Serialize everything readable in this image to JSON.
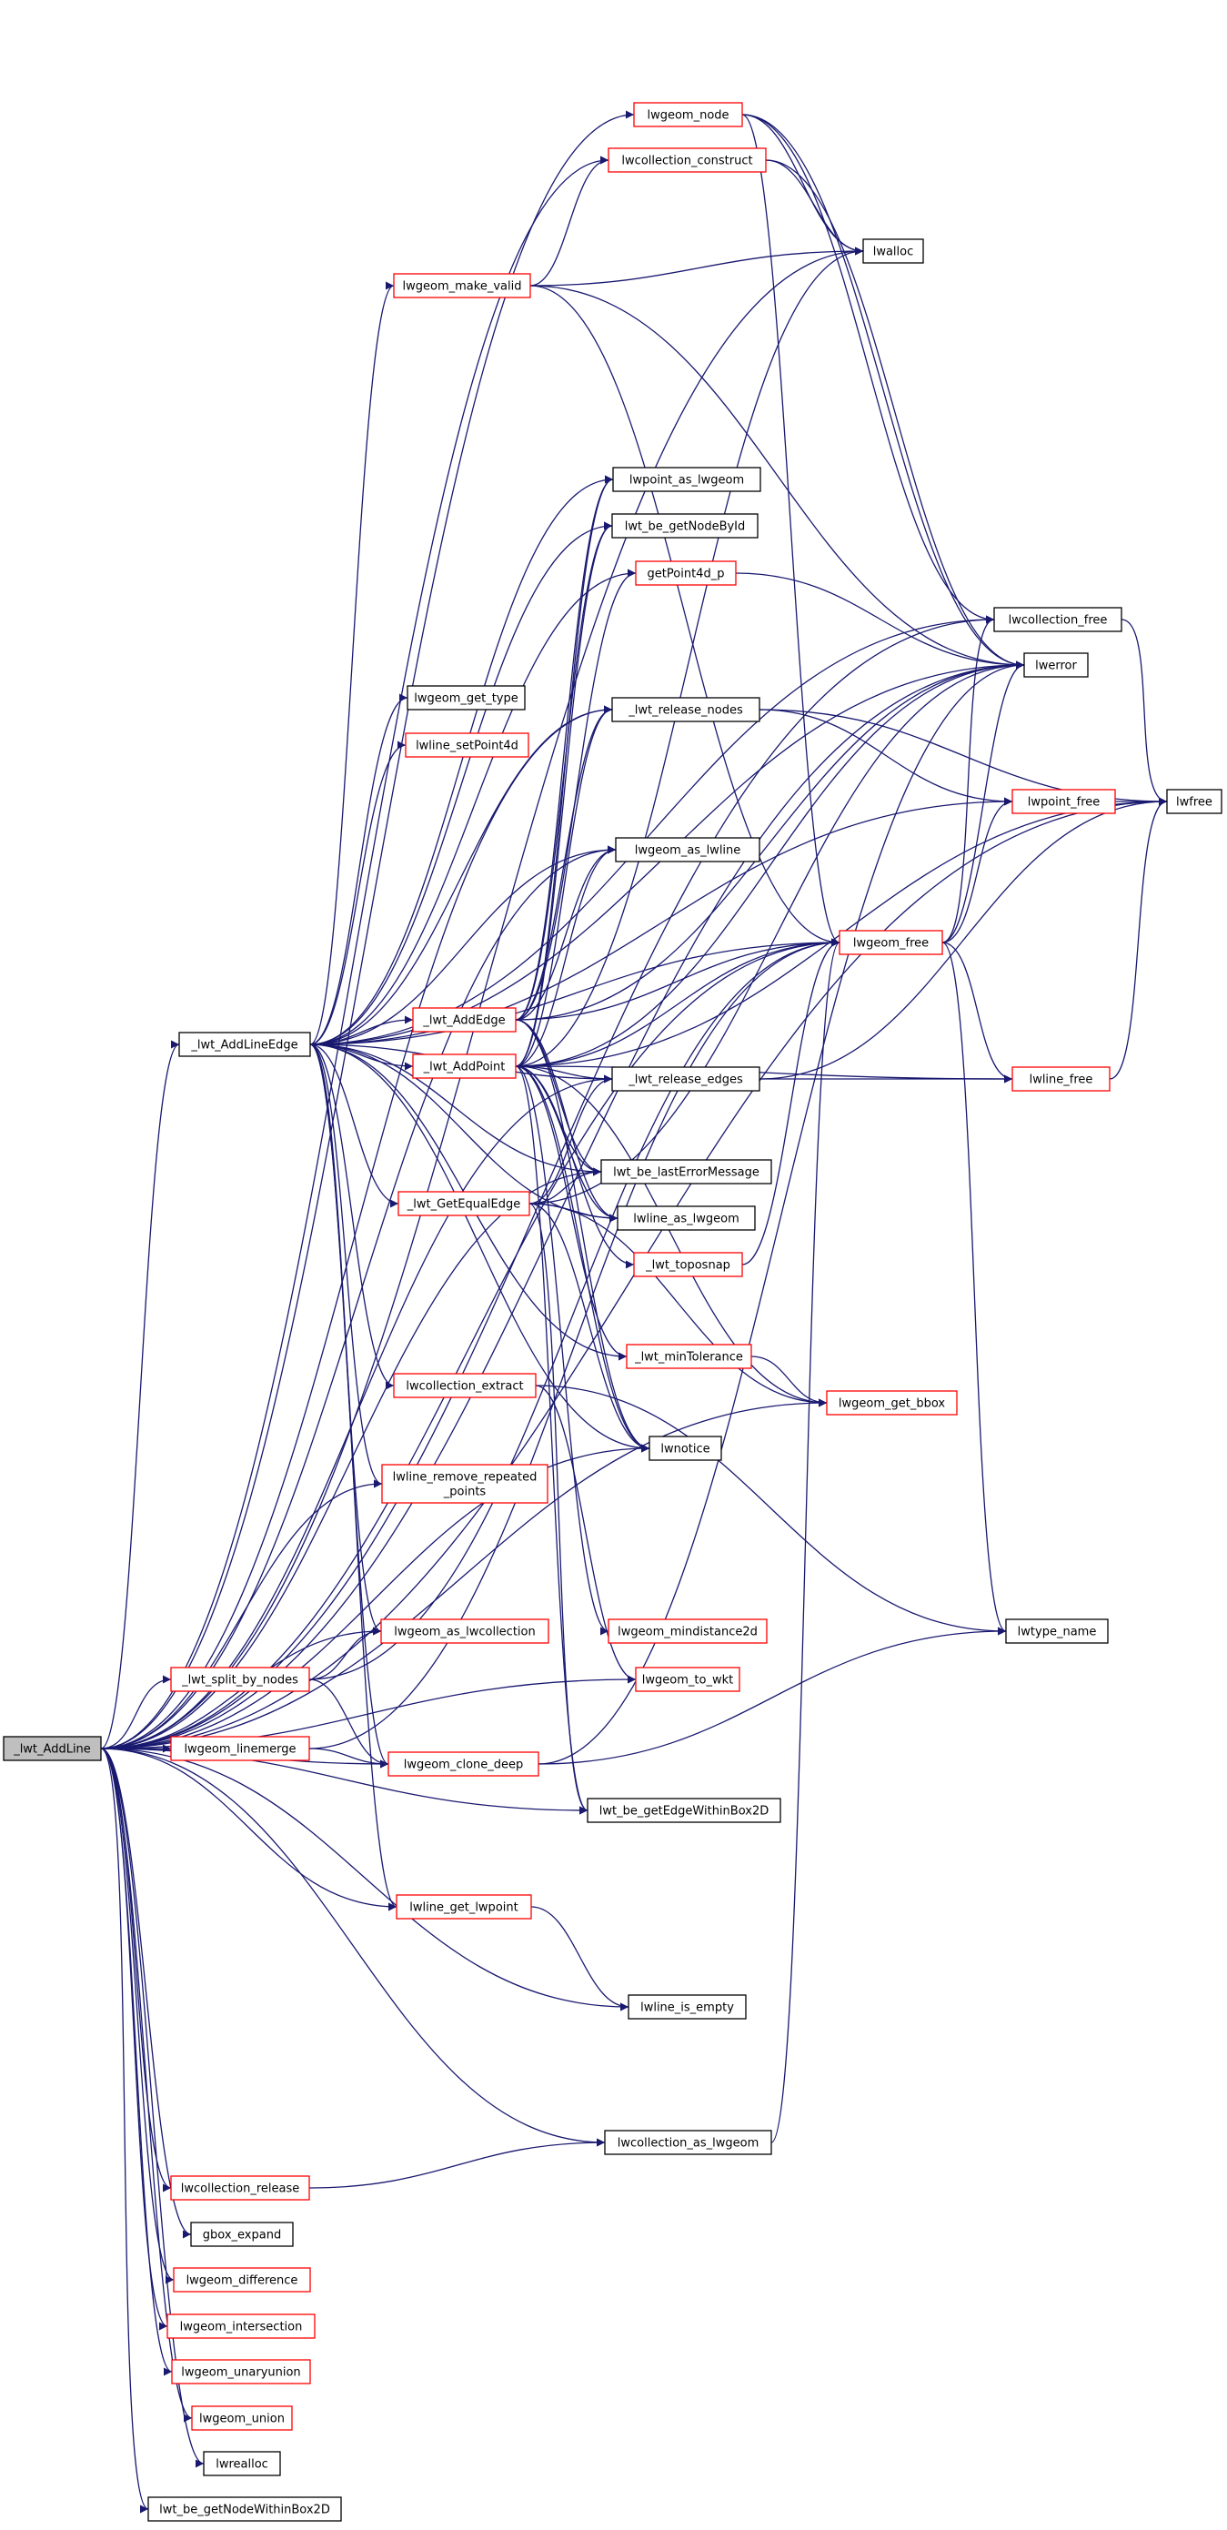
{
  "colors": {
    "edge": "#191970",
    "normal_border": "#000000",
    "red_border": "#ff0000",
    "root_fill": "#bfbfbf",
    "node_fill": "#ffffff"
  },
  "nodes": [
    {
      "id": "root",
      "lines": [
        "_lwt_AddLine"
      ],
      "style": "root"
    },
    {
      "id": "addLineEdge",
      "lines": [
        "_lwt_AddLineEdge"
      ],
      "style": "normal"
    },
    {
      "id": "lwgeom_node",
      "lines": [
        "lwgeom_node"
      ],
      "style": "red"
    },
    {
      "id": "lwcollection_construct",
      "lines": [
        "lwcollection_construct"
      ],
      "style": "red"
    },
    {
      "id": "lwalloc",
      "lines": [
        "lwalloc"
      ],
      "style": "normal"
    },
    {
      "id": "lwgeom_make_valid",
      "lines": [
        "lwgeom_make_valid"
      ],
      "style": "red"
    },
    {
      "id": "lwpoint_as_lwgeom",
      "lines": [
        "lwpoint_as_lwgeom"
      ],
      "style": "normal"
    },
    {
      "id": "lwt_be_getNodeById",
      "lines": [
        "lwt_be_getNodeById"
      ],
      "style": "normal"
    },
    {
      "id": "getPoint4d_p",
      "lines": [
        "getPoint4d_p"
      ],
      "style": "red"
    },
    {
      "id": "lwcollection_free",
      "lines": [
        "lwcollection_free"
      ],
      "style": "normal"
    },
    {
      "id": "lwerror",
      "lines": [
        "lwerror"
      ],
      "style": "normal"
    },
    {
      "id": "lwgeom_get_type",
      "lines": [
        "lwgeom_get_type"
      ],
      "style": "normal"
    },
    {
      "id": "lwt_release_nodes",
      "lines": [
        "_lwt_release_nodes"
      ],
      "style": "normal"
    },
    {
      "id": "lwline_setPoint4d",
      "lines": [
        "lwline_setPoint4d"
      ],
      "style": "red"
    },
    {
      "id": "lwpoint_free",
      "lines": [
        "lwpoint_free"
      ],
      "style": "red"
    },
    {
      "id": "lwfree",
      "lines": [
        "lwfree"
      ],
      "style": "normal"
    },
    {
      "id": "lwgeom_as_lwline",
      "lines": [
        "lwgeom_as_lwline"
      ],
      "style": "normal"
    },
    {
      "id": "lwt_AddEdge",
      "lines": [
        "_lwt_AddEdge"
      ],
      "style": "red"
    },
    {
      "id": "lwgeom_free",
      "lines": [
        "lwgeom_free"
      ],
      "style": "red"
    },
    {
      "id": "lwt_AddPoint",
      "lines": [
        "_lwt_AddPoint"
      ],
      "style": "red"
    },
    {
      "id": "lwt_release_edges",
      "lines": [
        "_lwt_release_edges"
      ],
      "style": "normal"
    },
    {
      "id": "lwline_free",
      "lines": [
        "lwline_free"
      ],
      "style": "red"
    },
    {
      "id": "lwt_be_lastErrorMessage",
      "lines": [
        "lwt_be_lastErrorMessage"
      ],
      "style": "normal"
    },
    {
      "id": "lwt_GetEqualEdge",
      "lines": [
        "_lwt_GetEqualEdge"
      ],
      "style": "red"
    },
    {
      "id": "lwline_as_lwgeom",
      "lines": [
        "lwline_as_lwgeom"
      ],
      "style": "normal"
    },
    {
      "id": "lwt_toposnap",
      "lines": [
        "_lwt_toposnap"
      ],
      "style": "red"
    },
    {
      "id": "lwt_minTolerance",
      "lines": [
        "_lwt_minTolerance"
      ],
      "style": "red"
    },
    {
      "id": "lwcollection_extract",
      "lines": [
        "lwcollection_extract"
      ],
      "style": "red"
    },
    {
      "id": "lwgeom_get_bbox",
      "lines": [
        "lwgeom_get_bbox"
      ],
      "style": "red"
    },
    {
      "id": "lwnotice",
      "lines": [
        "lwnotice"
      ],
      "style": "normal"
    },
    {
      "id": "lwline_remove_repeated_points",
      "lines": [
        "lwline_remove_repeated",
        "_points"
      ],
      "style": "red"
    },
    {
      "id": "lwgeom_as_lwcollection",
      "lines": [
        "lwgeom_as_lwcollection"
      ],
      "style": "red"
    },
    {
      "id": "lwgeom_mindistance2d",
      "lines": [
        "lwgeom_mindistance2d"
      ],
      "style": "red"
    },
    {
      "id": "lwtype_name",
      "lines": [
        "lwtype_name"
      ],
      "style": "normal"
    },
    {
      "id": "lwt_split_by_nodes",
      "lines": [
        "_lwt_split_by_nodes"
      ],
      "style": "red"
    },
    {
      "id": "lwgeom_to_wkt",
      "lines": [
        "lwgeom_to_wkt"
      ],
      "style": "red"
    },
    {
      "id": "lwgeom_linemerge",
      "lines": [
        "lwgeom_linemerge"
      ],
      "style": "red"
    },
    {
      "id": "lwgeom_clone_deep",
      "lines": [
        "lwgeom_clone_deep"
      ],
      "style": "red"
    },
    {
      "id": "lwt_be_getEdgeWithinBox2D",
      "lines": [
        "lwt_be_getEdgeWithinBox2D"
      ],
      "style": "normal"
    },
    {
      "id": "lwline_get_lwpoint",
      "lines": [
        "lwline_get_lwpoint"
      ],
      "style": "red"
    },
    {
      "id": "lwline_is_empty",
      "lines": [
        "lwline_is_empty"
      ],
      "style": "normal"
    },
    {
      "id": "lwcollection_as_lwgeom",
      "lines": [
        "lwcollection_as_lwgeom"
      ],
      "style": "normal"
    },
    {
      "id": "lwcollection_release",
      "lines": [
        "lwcollection_release"
      ],
      "style": "red"
    },
    {
      "id": "gbox_expand",
      "lines": [
        "gbox_expand"
      ],
      "style": "normal"
    },
    {
      "id": "lwgeom_difference",
      "lines": [
        "lwgeom_difference"
      ],
      "style": "red"
    },
    {
      "id": "lwgeom_intersection",
      "lines": [
        "lwgeom_intersection"
      ],
      "style": "red"
    },
    {
      "id": "lwgeom_unaryunion",
      "lines": [
        "lwgeom_unaryunion"
      ],
      "style": "red"
    },
    {
      "id": "lwgeom_union",
      "lines": [
        "lwgeom_union"
      ],
      "style": "red"
    },
    {
      "id": "lwrealloc",
      "lines": [
        "lwrealloc"
      ],
      "style": "normal"
    },
    {
      "id": "lwt_be_getNodeWithinBox2D",
      "lines": [
        "lwt_be_getNodeWithinBox2D"
      ],
      "style": "normal"
    }
  ],
  "edges": [
    [
      "root",
      "addLineEdge"
    ],
    [
      "root",
      "lwgeom_node"
    ],
    [
      "root",
      "lwcollection_construct"
    ],
    [
      "root",
      "lwalloc"
    ],
    [
      "root",
      "lwcollection_free"
    ],
    [
      "root",
      "lwerror"
    ],
    [
      "root",
      "lwfree"
    ],
    [
      "root",
      "lwgeom_as_lwline"
    ],
    [
      "root",
      "lwgeom_free"
    ],
    [
      "root",
      "lwt_be_lastErrorMessage"
    ],
    [
      "root",
      "lwline_remove_repeated_points"
    ],
    [
      "root",
      "lwgeom_as_lwcollection"
    ],
    [
      "root",
      "lwt_split_by_nodes"
    ],
    [
      "root",
      "lwgeom_linemerge"
    ],
    [
      "root",
      "lwgeom_clone_deep"
    ],
    [
      "root",
      "lwt_be_getEdgeWithinBox2D"
    ],
    [
      "root",
      "lwline_get_lwpoint"
    ],
    [
      "root",
      "lwline_is_empty"
    ],
    [
      "root",
      "lwcollection_as_lwgeom"
    ],
    [
      "root",
      "lwcollection_release"
    ],
    [
      "root",
      "gbox_expand"
    ],
    [
      "root",
      "lwgeom_difference"
    ],
    [
      "root",
      "lwgeom_intersection"
    ],
    [
      "root",
      "lwgeom_unaryunion"
    ],
    [
      "root",
      "lwgeom_union"
    ],
    [
      "root",
      "lwrealloc"
    ],
    [
      "root",
      "lwt_be_getNodeWithinBox2D"
    ],
    [
      "root",
      "lwgeom_to_wkt"
    ],
    [
      "root",
      "lwnotice"
    ],
    [
      "root",
      "lwgeom_get_bbox"
    ],
    [
      "root",
      "lwt_release_nodes"
    ],
    [
      "root",
      "lwt_release_edges"
    ],
    [
      "addLineEdge",
      "lwgeom_make_valid"
    ],
    [
      "addLineEdge",
      "lwpoint_as_lwgeom"
    ],
    [
      "addLineEdge",
      "lwt_be_getNodeById"
    ],
    [
      "addLineEdge",
      "getPoint4d_p"
    ],
    [
      "addLineEdge",
      "lwgeom_get_type"
    ],
    [
      "addLineEdge",
      "lwline_setPoint4d"
    ],
    [
      "addLineEdge",
      "lwt_release_nodes"
    ],
    [
      "addLineEdge",
      "lwgeom_as_lwline"
    ],
    [
      "addLineEdge",
      "lwt_AddEdge"
    ],
    [
      "addLineEdge",
      "lwt_AddPoint"
    ],
    [
      "addLineEdge",
      "lwt_GetEqualEdge"
    ],
    [
      "addLineEdge",
      "lwcollection_extract"
    ],
    [
      "addLineEdge",
      "lwline_remove_repeated_points"
    ],
    [
      "addLineEdge",
      "lwgeom_as_lwcollection"
    ],
    [
      "addLineEdge",
      "lwgeom_clone_deep"
    ],
    [
      "addLineEdge",
      "lwline_get_lwpoint"
    ],
    [
      "addLineEdge",
      "lwt_be_lastErrorMessage"
    ],
    [
      "addLineEdge",
      "lwline_as_lwgeom"
    ],
    [
      "addLineEdge",
      "lwt_minTolerance"
    ],
    [
      "addLineEdge",
      "lwgeom_free"
    ],
    [
      "addLineEdge",
      "lwerror"
    ],
    [
      "addLineEdge",
      "lwcollection_free"
    ],
    [
      "addLineEdge",
      "lwpoint_free"
    ],
    [
      "addLineEdge",
      "lwt_release_edges"
    ],
    [
      "addLineEdge",
      "lwnotice"
    ],
    [
      "lwgeom_node",
      "lwalloc"
    ],
    [
      "lwgeom_node",
      "lwcollection_free"
    ],
    [
      "lwgeom_node",
      "lwerror"
    ],
    [
      "lwgeom_node",
      "lwgeom_free"
    ],
    [
      "lwcollection_construct",
      "lwalloc"
    ],
    [
      "lwcollection_construct",
      "lwerror"
    ],
    [
      "lwgeom_make_valid",
      "lwcollection_construct"
    ],
    [
      "lwgeom_make_valid",
      "lwalloc"
    ],
    [
      "lwgeom_make_valid",
      "lwerror"
    ],
    [
      "lwgeom_make_valid",
      "lwgeom_free"
    ],
    [
      "getPoint4d_p",
      "lwerror"
    ],
    [
      "lwcollection_free",
      "lwfree"
    ],
    [
      "lwt_release_nodes",
      "lwpoint_free"
    ],
    [
      "lwt_release_nodes",
      "lwfree"
    ],
    [
      "lwpoint_free",
      "lwfree"
    ],
    [
      "lwt_AddEdge",
      "lwpoint_as_lwgeom"
    ],
    [
      "lwt_AddEdge",
      "lwt_be_getNodeById"
    ],
    [
      "lwt_AddEdge",
      "getPoint4d_p"
    ],
    [
      "lwt_AddEdge",
      "lwt_release_nodes"
    ],
    [
      "lwt_AddEdge",
      "lwgeom_as_lwline"
    ],
    [
      "lwt_AddEdge",
      "lwgeom_free"
    ],
    [
      "lwt_AddEdge",
      "lwt_be_lastErrorMessage"
    ],
    [
      "lwt_AddEdge",
      "lwline_as_lwgeom"
    ],
    [
      "lwt_AddEdge",
      "lwerror"
    ],
    [
      "lwt_AddEdge",
      "lwnotice"
    ],
    [
      "lwgeom_free",
      "lwcollection_free"
    ],
    [
      "lwgeom_free",
      "lwerror"
    ],
    [
      "lwgeom_free",
      "lwpoint_free"
    ],
    [
      "lwgeom_free",
      "lwline_free"
    ],
    [
      "lwgeom_free",
      "lwtype_name"
    ],
    [
      "lwt_AddPoint",
      "lwpoint_as_lwgeom"
    ],
    [
      "lwt_AddPoint",
      "lwt_be_getNodeById"
    ],
    [
      "lwt_AddPoint",
      "lwt_release_nodes"
    ],
    [
      "lwt_AddPoint",
      "lwgeom_as_lwline"
    ],
    [
      "lwt_AddPoint",
      "lwgeom_free"
    ],
    [
      "lwt_AddPoint",
      "lwt_release_edges"
    ],
    [
      "lwt_AddPoint",
      "lwline_free"
    ],
    [
      "lwt_AddPoint",
      "lwt_be_lastErrorMessage"
    ],
    [
      "lwt_AddPoint",
      "lwline_as_lwgeom"
    ],
    [
      "lwt_AddPoint",
      "lwt_toposnap"
    ],
    [
      "lwt_AddPoint",
      "lwt_minTolerance"
    ],
    [
      "lwt_AddPoint",
      "lwgeom_get_bbox"
    ],
    [
      "lwt_AddPoint",
      "lwnotice"
    ],
    [
      "lwt_AddPoint",
      "lwgeom_mindistance2d"
    ],
    [
      "lwt_AddPoint",
      "lwt_be_getEdgeWithinBox2D"
    ],
    [
      "lwt_AddPoint",
      "lwfree"
    ],
    [
      "lwt_AddPoint",
      "lwalloc"
    ],
    [
      "lwt_AddPoint",
      "lwerror"
    ],
    [
      "lwt_release_edges",
      "lwline_free"
    ],
    [
      "lwt_release_edges",
      "lwfree"
    ],
    [
      "lwline_free",
      "lwfree"
    ],
    [
      "lwt_GetEqualEdge",
      "lwt_release_edges"
    ],
    [
      "lwt_GetEqualEdge",
      "lwt_be_lastErrorMessage"
    ],
    [
      "lwt_GetEqualEdge",
      "lwline_as_lwgeom"
    ],
    [
      "lwt_GetEqualEdge",
      "lwgeom_get_bbox"
    ],
    [
      "lwt_GetEqualEdge",
      "lwnotice"
    ],
    [
      "lwt_GetEqualEdge",
      "lwt_be_getEdgeWithinBox2D"
    ],
    [
      "lwt_GetEqualEdge",
      "lwerror"
    ],
    [
      "lwt_toposnap",
      "lwgeom_free"
    ],
    [
      "lwt_minTolerance",
      "lwgeom_get_bbox"
    ],
    [
      "lwcollection_extract",
      "lwtype_name"
    ],
    [
      "lwcollection_extract",
      "lwgeom_to_wkt"
    ],
    [
      "lwt_split_by_nodes",
      "lwgeom_as_lwcollection"
    ],
    [
      "lwt_split_by_nodes",
      "lwgeom_clone_deep"
    ],
    [
      "lwt_split_by_nodes",
      "lwgeom_free"
    ],
    [
      "lwgeom_linemerge",
      "lwgeom_clone_deep"
    ],
    [
      "lwgeom_linemerge",
      "lwgeom_free"
    ],
    [
      "lwgeom_clone_deep",
      "lwerror"
    ],
    [
      "lwgeom_clone_deep",
      "lwtype_name"
    ],
    [
      "lwline_get_lwpoint",
      "lwline_is_empty"
    ],
    [
      "lwcollection_release",
      "lwcollection_as_lwgeom"
    ],
    [
      "lwcollection_as_lwgeom",
      "lwgeom_free"
    ]
  ]
}
